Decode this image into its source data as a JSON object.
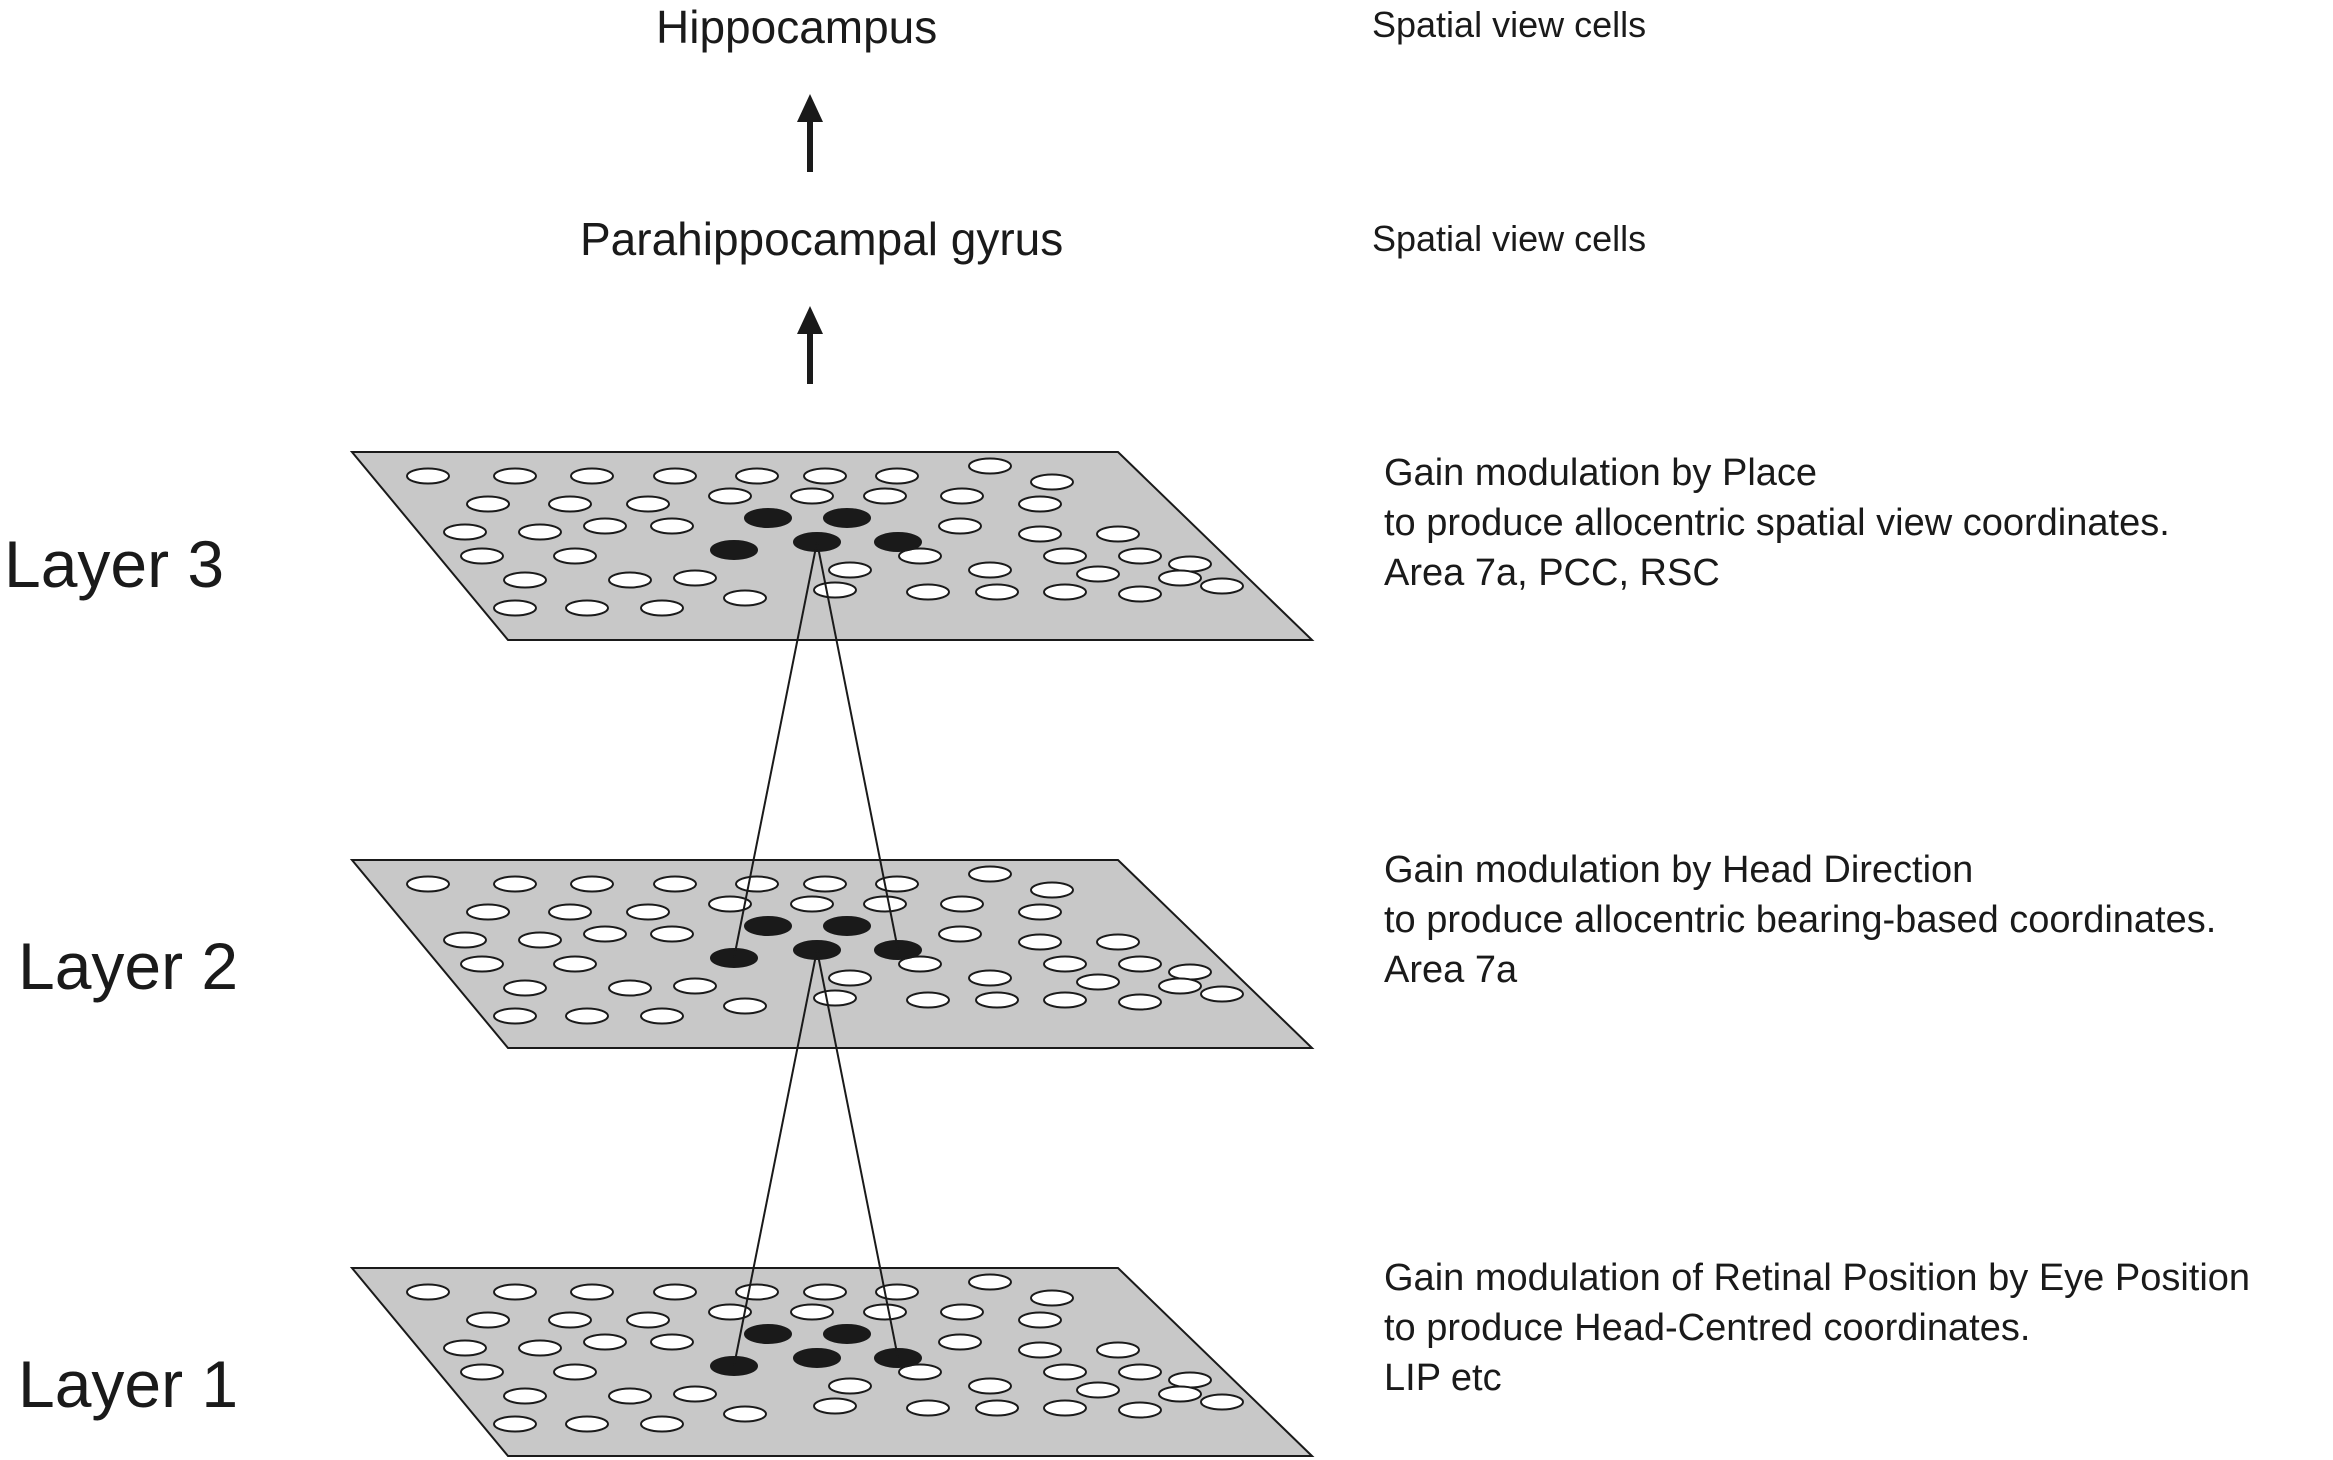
{
  "hierarchy": {
    "hippocampus": {
      "title": "Hippocampus",
      "cells": "Spatial view cells"
    },
    "parahippocampal": {
      "title": "Parahippocampal gyrus",
      "cells": "Spatial view cells"
    }
  },
  "layers": [
    {
      "label": "Layer 3",
      "description": [
        "Gain modulation by Place",
        "to produce allocentric spatial view coordinates.",
        "Area 7a, PCC, RSC"
      ]
    },
    {
      "label": "Layer 2",
      "description": [
        "Gain modulation by Head Direction",
        "to produce allocentric bearing-based coordinates.",
        "Area 7a"
      ]
    },
    {
      "label": "Layer 1",
      "description": [
        "Gain modulation of Retinal Position by Eye Position",
        "to produce Head-Centred coordinates.",
        "LIP etc"
      ]
    }
  ],
  "colors": {
    "plane_fill": "#c8c8c8",
    "outline": "#1a1a1a",
    "active_cell": "#1a1a1a",
    "inactive_cell": "#ffffff"
  }
}
